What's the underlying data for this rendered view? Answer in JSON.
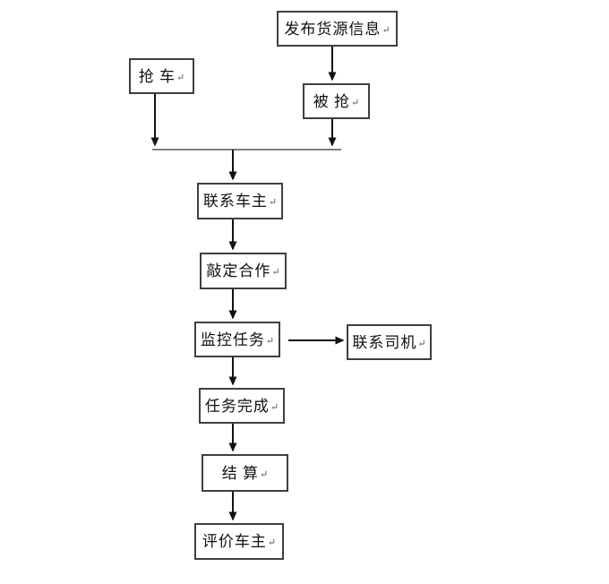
{
  "diagram": {
    "type": "flowchart",
    "paragraph_mark": "↵",
    "nodes": {
      "publish": {
        "label": "发布货源信息"
      },
      "grab": {
        "label": "抢 车"
      },
      "grabbed": {
        "label": "被 抢"
      },
      "contact_owner": {
        "label": "联系车主"
      },
      "finalize": {
        "label": "敲定合作"
      },
      "monitor": {
        "label": "监控任务"
      },
      "contact_driver": {
        "label": "联系司机"
      },
      "complete": {
        "label": "任务完成"
      },
      "settle": {
        "label": "结 算"
      },
      "evaluate": {
        "label": "评价车主"
      }
    },
    "edges": [
      {
        "from": "publish",
        "to": "grabbed"
      },
      {
        "from": "grab",
        "to": "merge-bar"
      },
      {
        "from": "grabbed",
        "to": "merge-bar"
      },
      {
        "from": "merge-bar",
        "to": "contact_owner"
      },
      {
        "from": "contact_owner",
        "to": "finalize"
      },
      {
        "from": "finalize",
        "to": "monitor"
      },
      {
        "from": "monitor",
        "to": "contact_driver"
      },
      {
        "from": "monitor",
        "to": "complete"
      },
      {
        "from": "complete",
        "to": "settle"
      },
      {
        "from": "settle",
        "to": "evaluate"
      }
    ],
    "colors": {
      "background": "#ffffff",
      "box_border": "#3f3f3f",
      "text": "#111111",
      "connector": "#111111",
      "merge_line": "#555555"
    }
  }
}
